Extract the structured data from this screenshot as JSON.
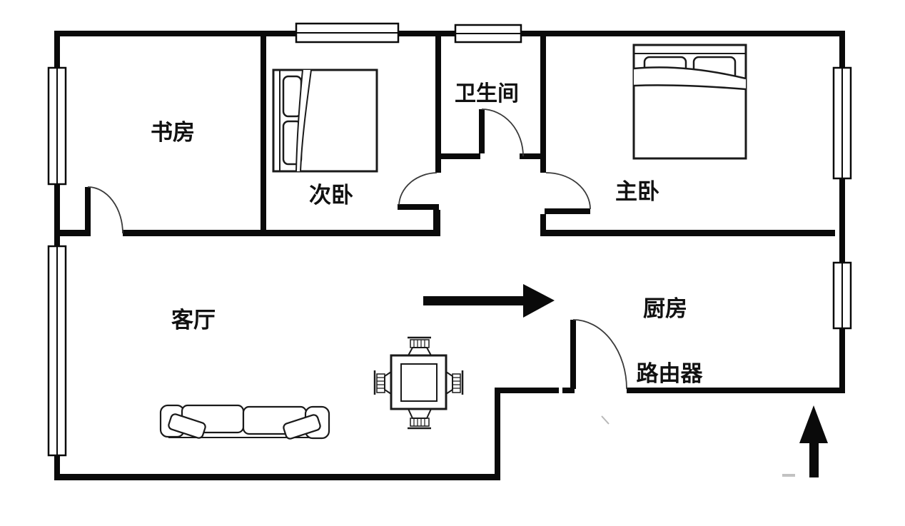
{
  "background": "#ffffff",
  "line_color": "#0a0a0a",
  "rooms": [
    {
      "id": "study",
      "label": "书房"
    },
    {
      "id": "second-bedroom",
      "label": "次卧"
    },
    {
      "id": "bathroom",
      "label": "卫生间"
    },
    {
      "id": "master-bedroom",
      "label": "主卧"
    },
    {
      "id": "living-room",
      "label": "客厅"
    },
    {
      "id": "kitchen",
      "label": "厨房"
    }
  ],
  "annotations": [
    {
      "id": "router",
      "label": "路由器",
      "color": "#e03522"
    }
  ],
  "arrows": [
    {
      "id": "flow-arrow",
      "direction": "right"
    },
    {
      "id": "entrance-arrow",
      "direction": "up"
    }
  ],
  "furniture": [
    {
      "id": "bed-second-bedroom",
      "type": "double-bed"
    },
    {
      "id": "bed-master-bedroom",
      "type": "double-bed"
    },
    {
      "id": "sofa",
      "type": "three-seat-sofa"
    },
    {
      "id": "dining-table",
      "type": "square-table-four-chairs"
    }
  ],
  "openings": {
    "windows": 6,
    "doors": 5
  }
}
